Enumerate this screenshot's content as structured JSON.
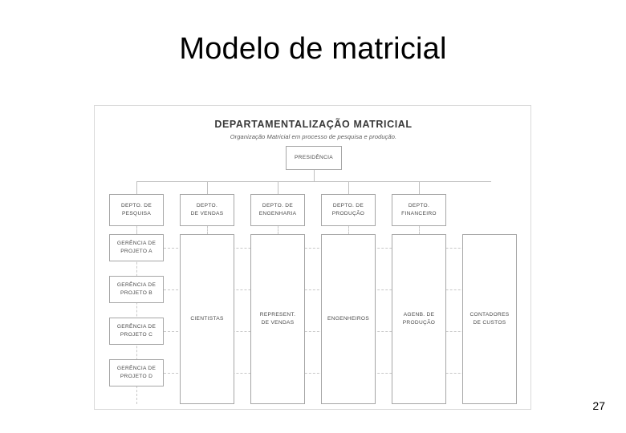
{
  "slide": {
    "title": "Modelo de matricial",
    "page_number": "27"
  },
  "diagram": {
    "title": "DEPARTAMENTALIZAÇÃO MATRICIAL",
    "subtitle": "Organização Matricial em processo de pesquisa e produção.",
    "top_node": "PRESIDÊNCIA",
    "departments": [
      "DEPTO. DE\nPESQUISA",
      "DEPTO.\nDE VENDAS",
      "DEPTO. DE\nENGENHARIA",
      "DEPTO. DE\nPRODUÇÃO",
      "DEPTO.\nFINANCEIRO"
    ],
    "project_managers": [
      "GERÊNCIA DE\nPROJETO A",
      "GERÊNCIA DE\nPROJETO B",
      "GERÊNCIA DE\nPROJETO C",
      "GERÊNCIA DE\nPROJETO D"
    ],
    "resource_columns": [
      "CIENTISTAS",
      "REPRESENT.\nDE VENDAS",
      "ENGENHEIROS",
      "AGENB. DE\nPRODUÇÃO",
      "CONTADORES\nDE CUSTOS"
    ]
  }
}
